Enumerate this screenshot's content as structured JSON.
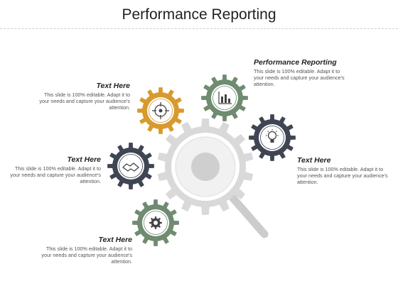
{
  "title": "Performance Reporting",
  "colors": {
    "big_gear": "#d9d9d9",
    "orange": "#d89a2e",
    "green": "#6f8b70",
    "navy": "#3f4553",
    "inner": "#ffffff"
  },
  "items": [
    {
      "heading": "Performance Reporting",
      "body": "This slide is 100% editable. Adapt it to your needs and capture your audience's attention.",
      "gear_color": "green",
      "icon": "bar-chart-icon"
    },
    {
      "heading": "Text Here",
      "body": "This slide is 100% editable. Adapt it to your needs and capture your audience's attention.",
      "gear_color": "orange",
      "icon": "target-crosshair-icon"
    },
    {
      "heading": "Text Here",
      "body": "This slide is 100% editable. Adapt it to your needs and capture your audience's attention.",
      "gear_color": "navy",
      "icon": "lightbulb-icon"
    },
    {
      "heading": "Text Here",
      "body": "This slide is 100% editable. Adapt it to your needs and capture your audience's attention.",
      "gear_color": "navy",
      "icon": "handshake-icon"
    },
    {
      "heading": "Text Here",
      "body": "This slide is 100% editable. Adapt it to your needs and capture your audience's attention.",
      "gear_color": "green",
      "icon": "gear-icon"
    }
  ]
}
